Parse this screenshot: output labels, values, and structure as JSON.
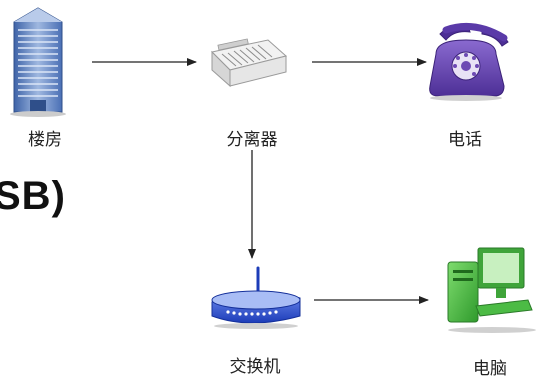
{
  "partial_text": "SB)",
  "nodes": {
    "building": {
      "label": "楼房"
    },
    "splitter": {
      "label": "分离器"
    },
    "telephone": {
      "label": "电话"
    },
    "switch": {
      "label": "交换机"
    },
    "computer": {
      "label": "电脑"
    }
  },
  "icons": {
    "building": "building-icon",
    "splitter": "splitter-icon",
    "telephone": "telephone-icon",
    "switch": "router-icon",
    "computer": "computer-icon"
  },
  "colors": {
    "building": "#5a7fc0",
    "telephone": "#6d4ab3",
    "switch": "#2f55d4",
    "computer": "#4cbb45",
    "arrow": "#222222"
  }
}
